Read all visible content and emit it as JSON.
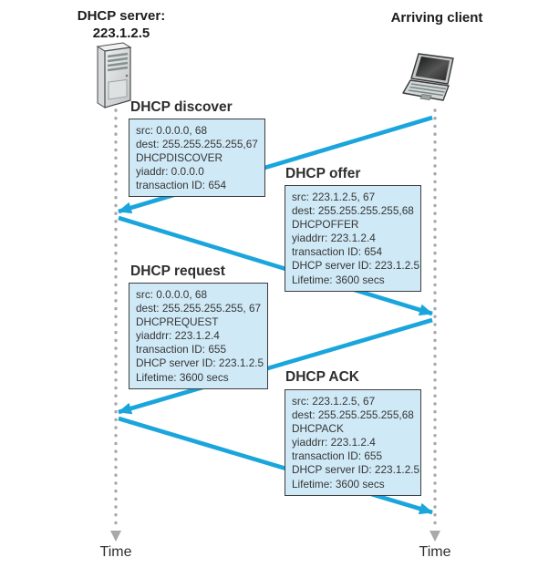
{
  "diagram": {
    "server": {
      "title": "DHCP server:",
      "address": "223.1.2.5"
    },
    "client": {
      "title": "Arriving client"
    },
    "timeline": {
      "left_label": "Time",
      "right_label": "Time"
    },
    "messages": [
      {
        "title": "DHCP discover",
        "direction": "client-to-server",
        "lines": [
          "src: 0.0.0.0, 68",
          "dest: 255.255.255.255,67",
          "DHCPDISCOVER",
          "yiaddr: 0.0.0.0",
          "transaction ID: 654"
        ]
      },
      {
        "title": "DHCP offer",
        "direction": "server-to-client",
        "lines": [
          "src: 223.1.2.5, 67",
          "dest: 255.255.255.255,68",
          "DHCPOFFER",
          "yiaddrr: 223.1.2.4",
          "transaction ID: 654",
          "DHCP server ID: 223.1.2.5",
          "Lifetime: 3600 secs"
        ]
      },
      {
        "title": "DHCP request",
        "direction": "client-to-server",
        "lines": [
          "src: 0.0.0.0, 68",
          "dest: 255.255.255.255, 67",
          "DHCPREQUEST",
          "yiaddrr: 223.1.2.4",
          "transaction ID: 655",
          "DHCP server ID: 223.1.2.5",
          "Lifetime: 3600 secs"
        ]
      },
      {
        "title": "DHCP ACK",
        "direction": "server-to-client",
        "lines": [
          "src: 223.1.2.5, 67",
          "dest: 255.255.255.255,68",
          "DHCPACK",
          "yiaddrr: 223.1.2.4",
          "transaction ID: 655",
          "DHCP server ID: 223.1.2.5",
          "Lifetime: 3600 secs"
        ]
      }
    ],
    "colors": {
      "arrow": "#1aa5dc",
      "box_fill": "#cfe9f6",
      "box_border": "#3d3d3d",
      "timeline_dot": "#a9a9a9",
      "text": "#363636"
    }
  }
}
